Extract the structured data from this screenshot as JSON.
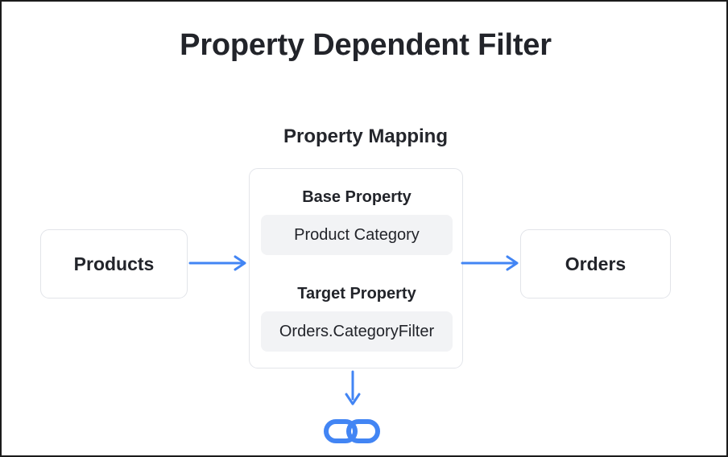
{
  "page": {
    "title": "Property Dependent Filter",
    "background_color": "#ffffff",
    "border_color": "#1b1b1b"
  },
  "diagram": {
    "section_heading": "Property Mapping",
    "accent_color": "#4285f4",
    "source_node": {
      "label": "Products",
      "icon": "entity-box"
    },
    "target_node": {
      "label": "Orders",
      "icon": "entity-box"
    },
    "mapping_card": {
      "base": {
        "label": "Base Property",
        "value": "Product Category"
      },
      "target": {
        "label": "Target Property",
        "value": "Orders.CategoryFilter"
      }
    },
    "connectors": {
      "left_arrow": "arrow-right-icon",
      "right_arrow": "arrow-right-icon",
      "down_arrow": "arrow-down-icon"
    },
    "link_badge": {
      "icon": "link-chain-icon",
      "color": "#4285f4"
    }
  }
}
